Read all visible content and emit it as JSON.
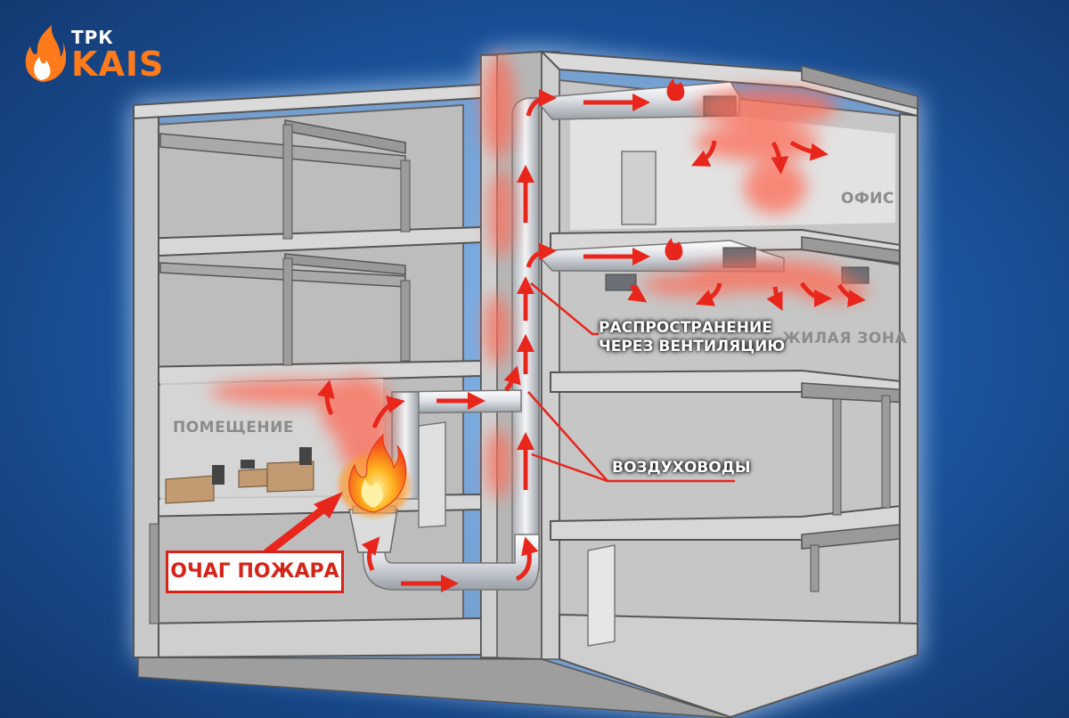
{
  "logo": {
    "top": "ТРК",
    "main": "KAIS"
  },
  "labels": {
    "office": "ОФИС",
    "living": "ЖИЛАЯ ЗОНА",
    "room": "ПОМЕЩЕНИЕ",
    "spread_line1": "РАСПРОСТРАНЕНИЕ",
    "spread_line2": "ЧЕРЕЗ ВЕНТИЛЯЦИЮ",
    "ducts": "ВОЗДУХОВОДЫ",
    "fire_source": "ОЧАГ ПОЖАРА"
  },
  "colors": {
    "background": "#1f5ba8",
    "brand_orange": "#ff7a1a",
    "arrow_red": "#e8261c",
    "smoke": "#ff6b55",
    "concrete": "#c9c9c9",
    "duct": "#e4e6ea"
  },
  "icons": {
    "logo": "flame-icon",
    "duct_fire": "flame-icon",
    "fire": "fire-icon",
    "pointer": "arrow-icon"
  }
}
